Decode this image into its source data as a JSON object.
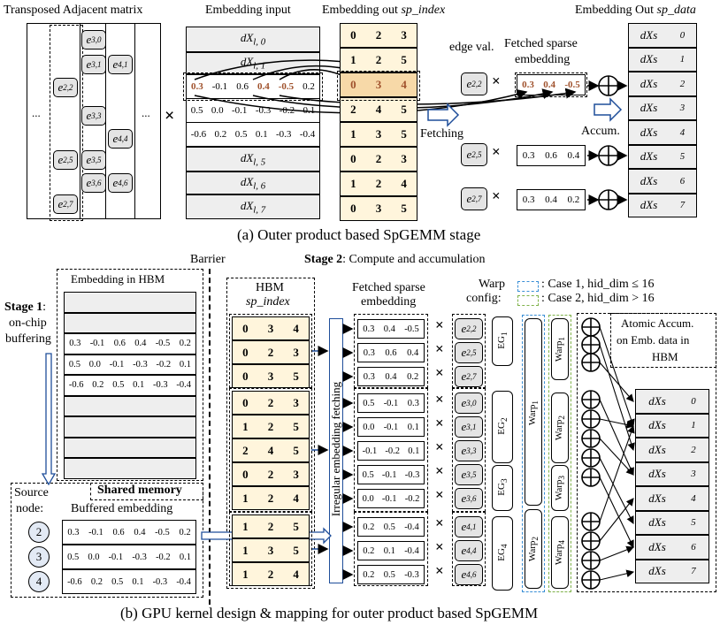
{
  "part_a": {
    "caption": "(a) Outer product based SpGEMM stage",
    "titles": {
      "adj": "Transposed Adjacent matrix",
      "emb_in": "Embedding input",
      "emb_out_idx": "Embedding out",
      "emb_out_idx_it": "sp_index",
      "emb_out_data": "Embedding Out",
      "emb_out_data_it": "sp_data"
    },
    "dots": "...",
    "edge_val": "edge val.",
    "fetched_sparse": "Fetched sparse",
    "embedding_word": "embedding",
    "fetching": "Fetching",
    "accum": "Accum.",
    "emb_rows": [
      "dX",
      "dX",
      "dX",
      "dX",
      "dX",
      "dX"
    ],
    "num_rows": [
      [
        "0.3",
        "-0.1",
        "0.6",
        "0.4",
        "-0.5",
        "0.2"
      ],
      [
        "0.5",
        "0.0",
        "-0.1",
        "-0.3",
        "-0.2",
        "0.1"
      ],
      [
        "-0.6",
        "0.2",
        "0.5",
        "0.1",
        "-0.3",
        "-0.4"
      ]
    ],
    "sp_index": [
      [
        "0",
        "2",
        "3"
      ],
      [
        "1",
        "2",
        "5"
      ],
      [
        "0",
        "3",
        "4"
      ],
      [
        "2",
        "4",
        "5"
      ],
      [
        "1",
        "3",
        "5"
      ],
      [
        "0",
        "2",
        "3"
      ],
      [
        "1",
        "2",
        "4"
      ],
      [
        "0",
        "3",
        "5"
      ]
    ],
    "fetched": [
      [
        "0.3",
        "0.4",
        "-0.5"
      ],
      [
        "0.3",
        "0.6",
        "0.4"
      ],
      [
        "0.3",
        "0.4",
        "0.2"
      ]
    ],
    "out_labels": [
      "0",
      "1",
      "2",
      "3",
      "4",
      "5",
      "6",
      "7"
    ]
  },
  "part_b": {
    "caption": "(b) GPU kernel design & mapping for outer product based SpGEMM",
    "barrier": "Barrier",
    "stage2_bold": "Stage 2",
    "stage2_rest": ": Compute and accumulation",
    "emb_hbm": "Embedding in HBM",
    "stage1_bold": "Stage 1",
    "stage1_rest": ":",
    "stage1_l2": "on-chip",
    "stage1_l3": "buffering",
    "hbm_rows": [
      [
        "0.3",
        "-0.1",
        "0.6",
        "0.4",
        "-0.5",
        "0.2"
      ],
      [
        "0.5",
        "0.0",
        "-0.1",
        "-0.3",
        "-0.2",
        "0.1"
      ],
      [
        "-0.6",
        "0.2",
        "0.5",
        "0.1",
        "-0.3",
        "-0.4"
      ]
    ],
    "source": "Source",
    "node": "node:",
    "shared_mem": "Shared memory",
    "buffered": "Buffered embedding",
    "nodes": [
      "2",
      "3",
      "4"
    ],
    "buf_rows": [
      [
        "0.3",
        "-0.1",
        "0.6",
        "0.4",
        "-0.5",
        "0.2"
      ],
      [
        "0.5",
        "0.0",
        "-0.1",
        "-0.3",
        "-0.2",
        "0.1"
      ],
      [
        "-0.6",
        "0.2",
        "0.5",
        "0.1",
        "-0.3",
        "-0.4"
      ]
    ],
    "hbm": "HBM",
    "sp_index": "sp_index",
    "idx_rows": [
      [
        "0",
        "3",
        "4"
      ],
      [
        "0",
        "2",
        "3"
      ],
      [
        "0",
        "3",
        "5"
      ],
      [
        "0",
        "2",
        "3"
      ],
      [
        "1",
        "2",
        "5"
      ],
      [
        "2",
        "4",
        "5"
      ],
      [
        "0",
        "2",
        "3"
      ],
      [
        "1",
        "2",
        "4"
      ],
      [
        "1",
        "2",
        "5"
      ],
      [
        "1",
        "3",
        "5"
      ],
      [
        "1",
        "2",
        "4"
      ]
    ],
    "irregular": "Irregular embedding fetching",
    "fetched1": "Fetched sparse",
    "fetched2": "embedding",
    "fetched_rows": [
      [
        "0.3",
        "0.4",
        "-0.5"
      ],
      [
        "0.3",
        "0.6",
        "0.4"
      ],
      [
        "0.3",
        "0.4",
        "0.2"
      ],
      [
        "0.5",
        "-0.1",
        "0.3"
      ],
      [
        "0.0",
        "-0.1",
        "0.1"
      ],
      [
        "-0.1",
        "-0.2",
        "0.1"
      ],
      [
        "0.5",
        "-0.1",
        "-0.3"
      ],
      [
        "0.0",
        "-0.1",
        "-0.2"
      ],
      [
        "0.2",
        "0.5",
        "-0.4"
      ],
      [
        "0.2",
        "0.1",
        "-0.4"
      ],
      [
        "0.2",
        "0.5",
        "-0.3"
      ]
    ],
    "edges": [
      "2,2",
      "2,5",
      "2,7",
      "3,0",
      "3,1",
      "3,3",
      "3,5",
      "3,6",
      "4,1",
      "4,4",
      "4,6"
    ],
    "warp_l1": "Warp",
    "warp_l2": "config:",
    "case1": ": Case 1, hid_dim ≤ 16",
    "case2": ": Case 2, hid_dim > 16",
    "eg": [
      "EG",
      "EG",
      "EG",
      "EG"
    ],
    "warp": "Warp",
    "atomic": [
      "Atomic Accum.",
      "on Emb. data in",
      "HBM"
    ],
    "out_labels": [
      "0",
      "1",
      "2",
      "3",
      "4",
      "5",
      "6",
      "7"
    ]
  },
  "colors": {
    "brown": "#a0522d",
    "blue": "#1f4e9a",
    "green": "#7fb24a",
    "cyan": "#3a8fd6"
  }
}
